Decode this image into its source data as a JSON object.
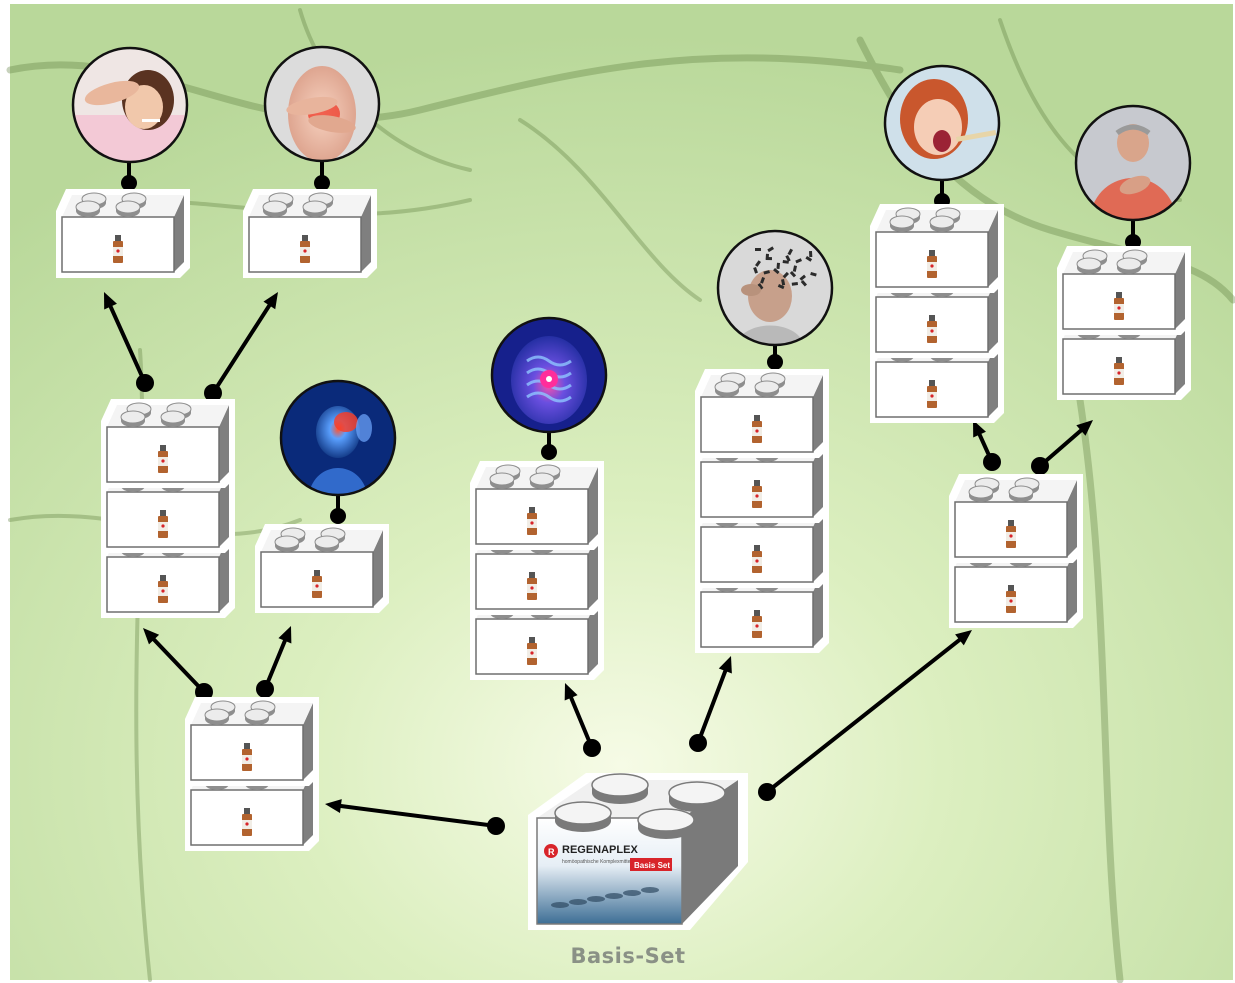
{
  "caption": "Basis-Set",
  "box": {
    "brand": "REGENAPLEX",
    "tagline": "homöopathische Komplexmittel",
    "badge": "Basis Set"
  },
  "icons": [
    "sick-child-fever-icon",
    "stomach-pain-icon",
    "headache-icon",
    "intestine-icon",
    "dementia-head-icon",
    "sore-throat-child-icon",
    "chest-pain-man-icon"
  ],
  "colors": {
    "background": "#c9e3a8",
    "brick": "#8c8c8c",
    "brick_top": "#f4f4f4",
    "connector": "#000000",
    "badge": "#d8242a"
  }
}
